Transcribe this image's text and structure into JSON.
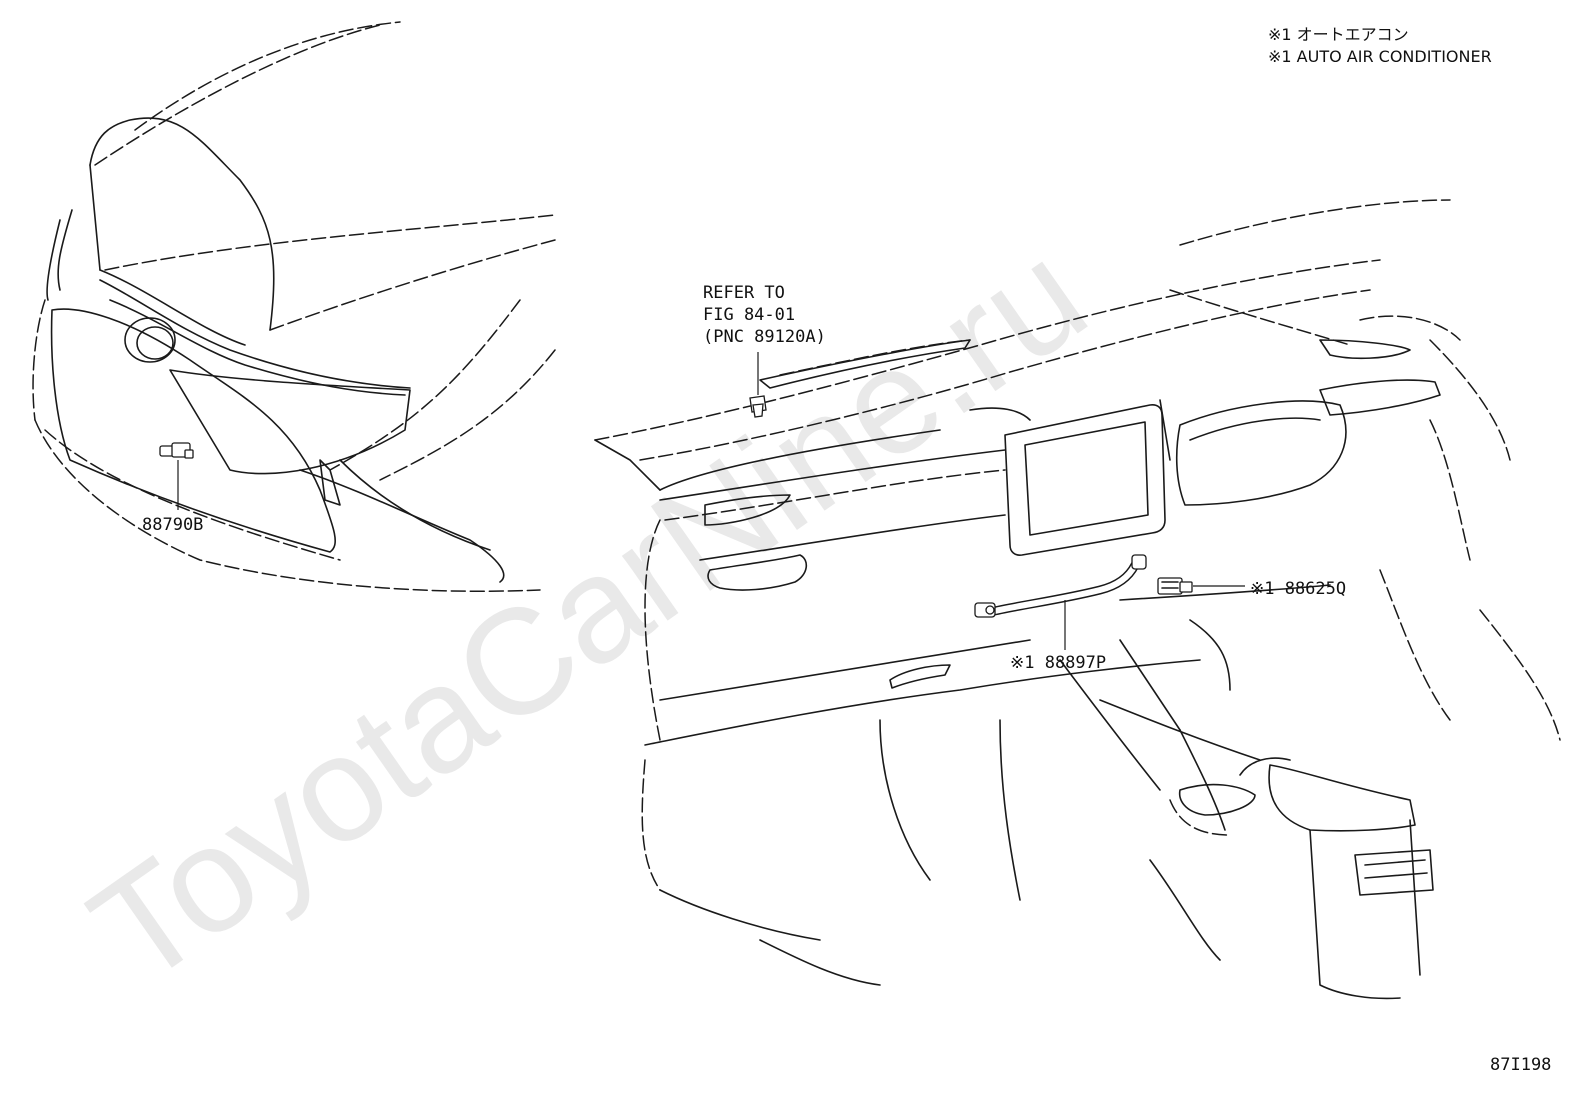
{
  "legend": {
    "line1": "※1 オートエアコン",
    "line2": "※1 AUTO AIR CONDITIONER"
  },
  "callouts": {
    "refer_line1": "REFER TO",
    "refer_line2": "FIG 84-01",
    "refer_line3": "(PNC 89120A)",
    "part_88790b": "88790B",
    "part_88625q": "※1 88625Q",
    "part_88897p": "※1 88897P"
  },
  "figure_id": "87I198",
  "watermark": "ToyotaCarNine.ru"
}
